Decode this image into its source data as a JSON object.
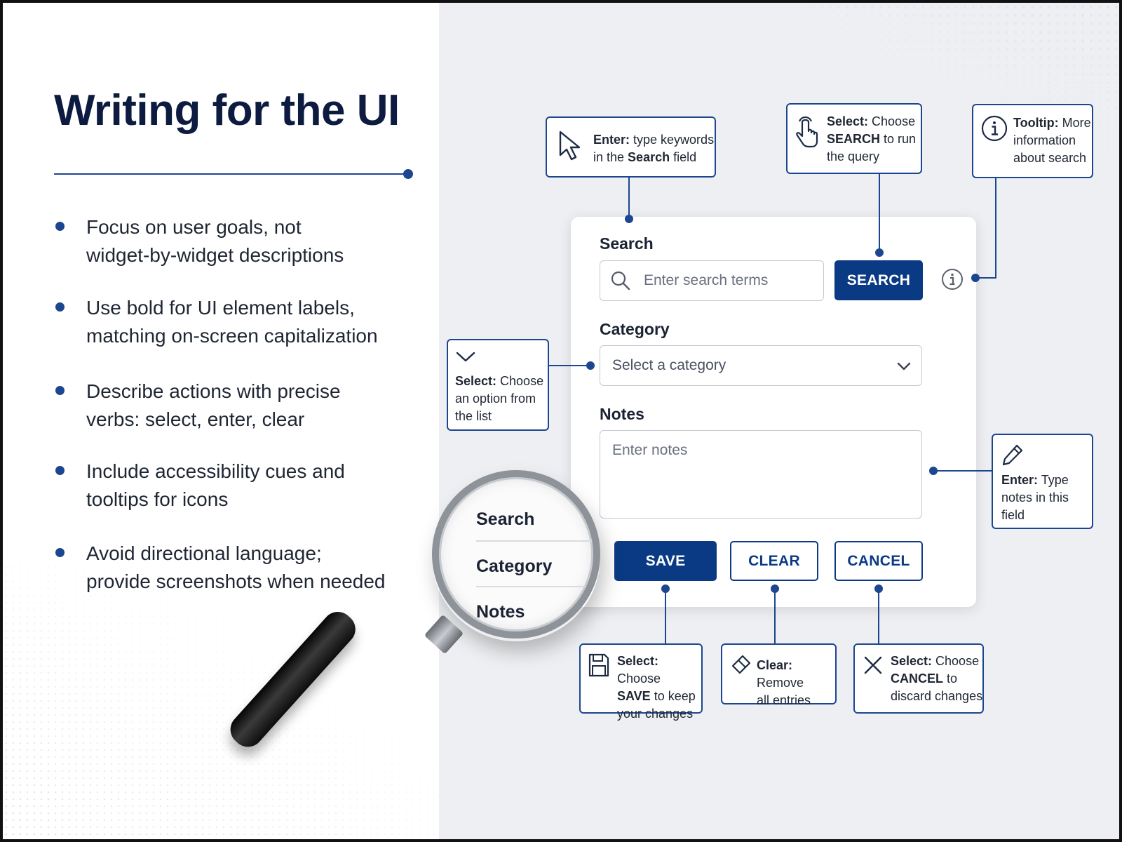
{
  "slide": {
    "title": "Writing for the UI",
    "bullets": [
      {
        "line1": "Focus on user goals, not",
        "line2": "widget-by-widget descriptions"
      },
      {
        "line1": "Use bold for UI element labels,",
        "line2": "matching on-screen capitalization"
      },
      {
        "line1": "Describe actions with precise",
        "line2": "verbs: select, enter, clear"
      },
      {
        "line1": "Include accessibility cues and",
        "line2": "tooltips for icons"
      },
      {
        "line1": "Avoid directional language;",
        "line2": "provide screenshots when needed"
      }
    ]
  },
  "form": {
    "search_label": "Search",
    "search_placeholder": "Enter search terms",
    "search_button": "SEARCH",
    "category_label": "Category",
    "category_placeholder": "Select a category",
    "notes_label": "Notes",
    "notes_placeholder": "Enter notes",
    "save_button": "SAVE",
    "clear_button": "CLEAR",
    "cancel_button": "CANCEL"
  },
  "callouts": {
    "enter_search": {
      "bold": "Enter:",
      "text1": " type keywords",
      "text2a": "in the ",
      "text2b": "Search",
      "text2c": " field"
    },
    "select_search": {
      "bold": "Select:",
      "text1": " Choose",
      "line2bold": "SEARCH",
      "line2": " to run",
      "line3": "the query"
    },
    "tooltip": {
      "bold": "Tooltip:",
      "text1": " More",
      "line2": "information",
      "line3": "about search"
    },
    "select_category": {
      "bold": "Select:",
      "text1": " Choose",
      "line2": "an option from",
      "line3": "the list"
    },
    "enter_notes": {
      "bold": "Enter:",
      "text1": " Type",
      "line2": "notes in this",
      "line3": "field"
    },
    "save": {
      "bold": "Select:",
      "text1": " Choose",
      "line2bold": "SAVE",
      "line2": " to keep",
      "line3": "your changes"
    },
    "clear": {
      "bold": "Clear:",
      "text1": " Remove",
      "line2": "all entries"
    },
    "cancel": {
      "bold": "Select:",
      "text1": " Choose",
      "line2bold": "CANCEL",
      "line2": " to",
      "line3": "discard changes"
    }
  },
  "magnifier": {
    "items": [
      "Search",
      "Category",
      "Notes"
    ]
  },
  "colors": {
    "navy": "#0b3a85",
    "accent": "#1d4690",
    "title": "#0c1b3f"
  },
  "icons": [
    "cursor-arrow-icon",
    "hand-pointer-icon",
    "info-icon",
    "chevron-down-icon",
    "pencil-icon",
    "floppy-disk-icon",
    "eraser-icon",
    "close-x-icon",
    "search-icon",
    "magnifying-glass"
  ]
}
